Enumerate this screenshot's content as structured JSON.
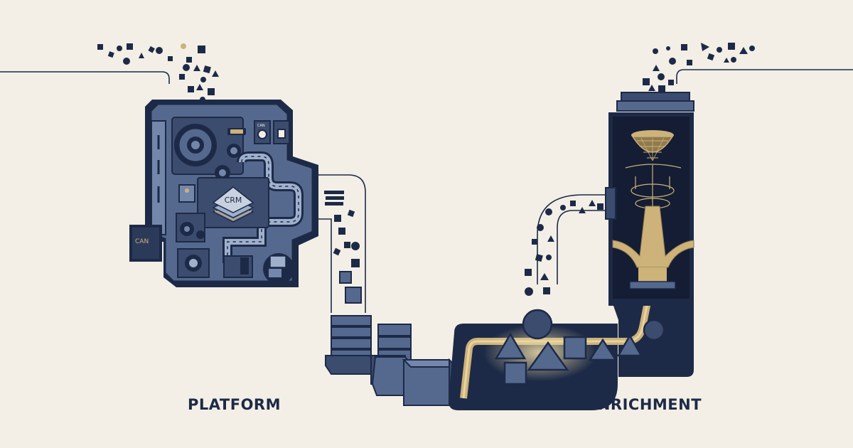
{
  "labels": {
    "platform": "PLATFORM",
    "enrichment": "ENRICHMENT",
    "crm_chip": "CRM",
    "side_box": "CAN",
    "small_label": "CAN"
  },
  "colors": {
    "background": "#f3efe6",
    "navy": "#1d2a47",
    "slate": "#55698f",
    "slate_light": "#7387ab",
    "slate_pale": "#9fb0cc",
    "gold": "#cdb27a",
    "ink": "#1d2a47"
  },
  "icons": [
    "gear-icon",
    "crm-chip-icon",
    "sieve-icon",
    "funnel-icon"
  ]
}
